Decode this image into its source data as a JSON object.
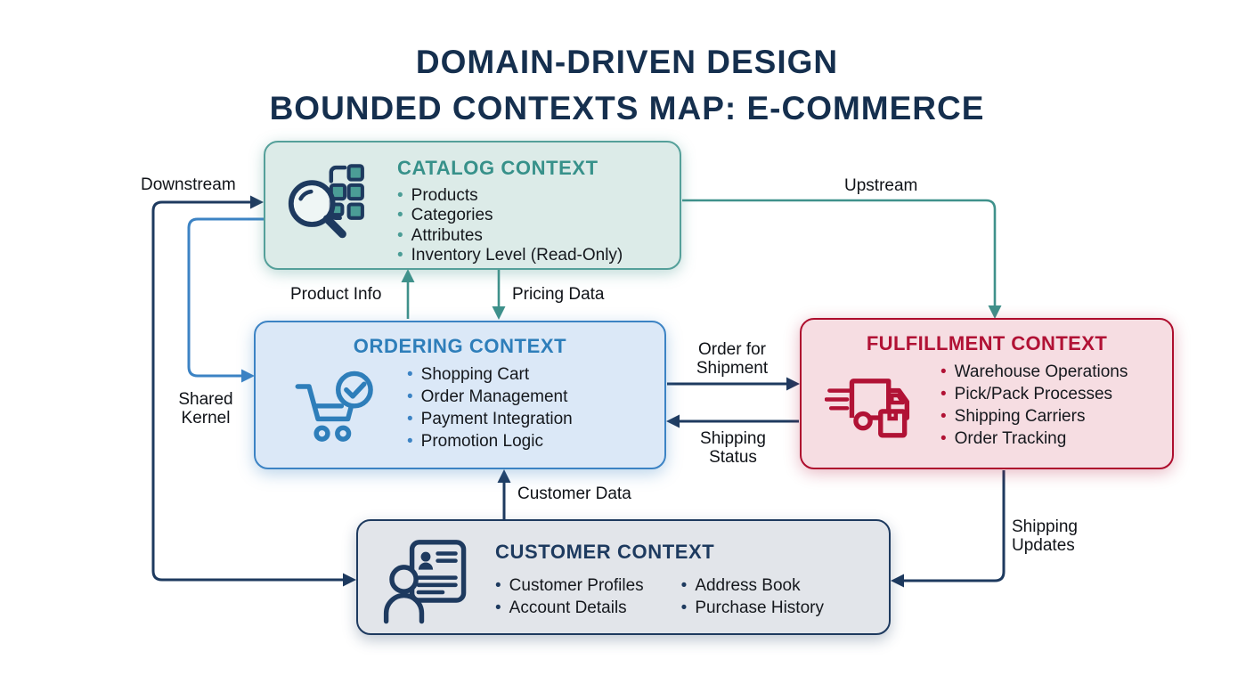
{
  "title": {
    "line1": "DOMAIN-DRIVEN DESIGN",
    "line2": "BOUNDED CONTEXTS MAP: E-COMMERCE"
  },
  "contexts": {
    "catalog": {
      "title": "CATALOG CONTEXT",
      "icon": "magnifier-grid-icon",
      "items": [
        "Products",
        "Categories",
        "Attributes",
        "Inventory Level (Read-Only)"
      ],
      "accent": "#37918a",
      "background": "#dcebe8",
      "border": "#55a09a"
    },
    "ordering": {
      "title": "ORDERING CONTEXT",
      "icon": "shopping-cart-check-icon",
      "items": [
        "Shopping Cart",
        "Order Management",
        "Payment Integration",
        "Promotion Logic"
      ],
      "accent": "#2e7eba",
      "background": "#dbe8f7",
      "border": "#3c83c4"
    },
    "fulfillment": {
      "title": "FULFILLMENT CONTEXT",
      "icon": "delivery-truck-icon",
      "items": [
        "Warehouse Operations",
        "Pick/Pack Processes",
        "Shipping Carriers",
        "Order Tracking"
      ],
      "accent": "#b11235",
      "background": "#f6dde2",
      "border": "#ae0e2e"
    },
    "customer": {
      "title": "CUSTOMER CONTEXT",
      "icon": "person-profile-card-icon",
      "items_col1": [
        "Customer Profiles",
        "Account Details"
      ],
      "items_col2": [
        "Address Book",
        "Purchase History"
      ],
      "accent": "#1d3a5f",
      "background": "#e2e5ea",
      "border": "#1e3a5f"
    }
  },
  "relationships": {
    "downstream": {
      "label": "Downstream",
      "color": "#1e3a5f"
    },
    "upstream": {
      "label": "Upstream",
      "color": "#3f918b"
    },
    "product_info": {
      "label": "Product Info",
      "color": "#3f918b"
    },
    "pricing_data": {
      "label": "Pricing Data",
      "color": "#3f918b"
    },
    "shared_kernel": {
      "line1": "Shared",
      "line2": "Kernel",
      "color": "#3c83c4"
    },
    "order_for_shipment": {
      "line1": "Order for",
      "line2": "Shipment",
      "color": "#1e3a5f"
    },
    "shipping_status": {
      "line1": "Shipping",
      "line2": "Status",
      "color": "#1e3a5f"
    },
    "customer_data": {
      "label": "Customer Data",
      "color": "#1e3a5f"
    },
    "shipping_updates": {
      "line1": "Shipping",
      "line2": "Updates",
      "color": "#1e3a5f"
    }
  },
  "colors": {
    "page_background": "#ffffff",
    "title_text": "#152f4e",
    "dark_connector": "#1e3a5f",
    "teal_connector": "#3f918b",
    "blue_connector": "#3c83c4",
    "body_text": "#15181d"
  }
}
